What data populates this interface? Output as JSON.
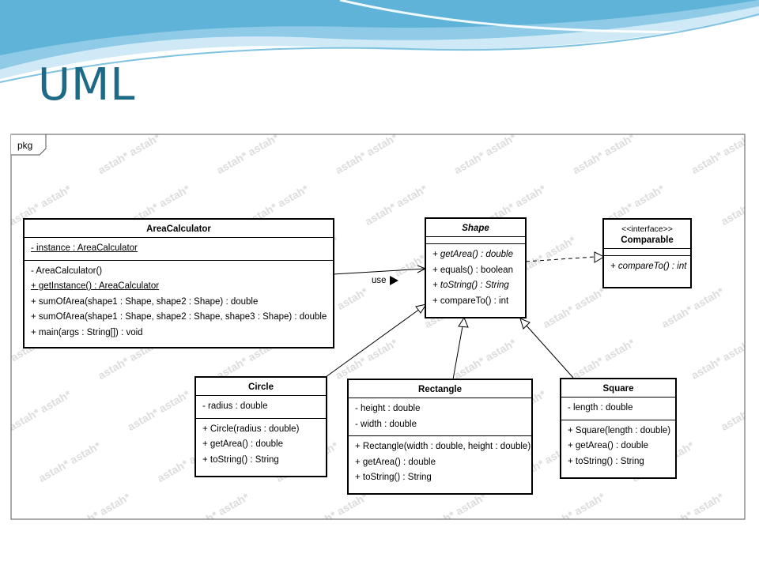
{
  "slide": {
    "title": "UML"
  },
  "frame": {
    "label": "pkg"
  },
  "watermark": "astah*",
  "relations": {
    "use_label": "use"
  },
  "classes": {
    "area_calculator": {
      "name": "AreaCalculator",
      "attributes": [
        "- instance : AreaCalculator"
      ],
      "operations": [
        "- AreaCalculator()",
        "+ getInstance() : AreaCalculator",
        "+ sumOfArea(shape1 : Shape, shape2 : Shape) : double",
        "+ sumOfArea(shape1 : Shape, shape2 : Shape, shape3 : Shape) : double",
        "+ main(args : String[]) : void"
      ]
    },
    "shape": {
      "name": "Shape",
      "attributes": [],
      "operations": [
        "+ getArea() : double",
        "+ equals() : boolean",
        "+ toString() : String",
        "+ compareTo() : int"
      ]
    },
    "comparable": {
      "stereotype": "<<interface>>",
      "name": "Comparable",
      "attributes": [],
      "operations": [
        "+ compareTo() : int"
      ]
    },
    "circle": {
      "name": "Circle",
      "attributes": [
        "- radius : double"
      ],
      "operations": [
        "+ Circle(radius : double)",
        "+ getArea() : double",
        "+ toString() : String"
      ]
    },
    "rectangle": {
      "name": "Rectangle",
      "attributes": [
        "- height : double",
        "- width : double"
      ],
      "operations": [
        "+ Rectangle(width : double, height : double)",
        "+ getArea() : double",
        "+ toString() : String"
      ]
    },
    "square": {
      "name": "Square",
      "attributes": [
        "- length : double"
      ],
      "operations": [
        "+ Square(length : double)",
        "+ getArea() : double",
        "+ toString() : String"
      ]
    }
  },
  "colors": {
    "title": "#1d6a86",
    "wave_dark": "#5fb3d8",
    "wave_light": "#bfe3f2"
  }
}
